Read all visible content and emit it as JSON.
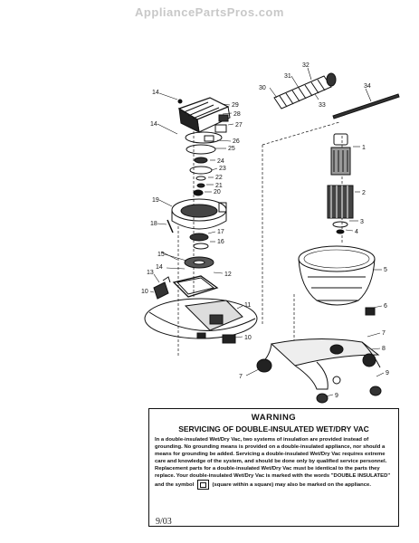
{
  "watermark": "AppliancePartsPros.com",
  "callouts": {
    "c1": "1",
    "c2": "2",
    "c3": "3",
    "c4": "4",
    "c5": "5",
    "c6": "6",
    "c7a": "7",
    "c7b": "7",
    "c8": "8",
    "c9a": "9",
    "c9b": "9",
    "c10a": "10",
    "c10b": "10",
    "c11": "11",
    "c12": "12",
    "c13": "13",
    "c14a": "14",
    "c14b": "14",
    "c14c": "14",
    "c15": "15",
    "c16": "16",
    "c17": "17",
    "c18": "18",
    "c19": "19",
    "c20": "20",
    "c21": "21",
    "c22": "22",
    "c23": "23",
    "c24": "24",
    "c25": "25",
    "c26": "26",
    "c27": "27",
    "c28": "28",
    "c29": "29",
    "c30": "30",
    "c31": "31",
    "c32": "32",
    "c33": "33",
    "c34": "34"
  },
  "warning": {
    "title": "WARNING",
    "subtitle": "SERVICING OF DOUBLE-INSULATED WET/DRY VAC",
    "body_before_symbol": "In a double-insulated Wet/Dry Vac, two systems of insulation are provided instead of grounding. No grounding means is provided on a double-insulated appliance, nor should a means for grounding be added. Servicing a double-insulated Wet/Dry Vac requires extreme care and knowledge of the system, and should be done only by qualified service personnel. Replacement parts for a double-insulated Wet/Dry Vac must be identical to the parts they replace. Your double-insulated Wet/Dry Vac is marked with the words \"DOUBLE INSULATED\" and the symbol",
    "body_after_symbol": "(square within a square) may also be marked on the appliance."
  },
  "page_number": "9/03"
}
